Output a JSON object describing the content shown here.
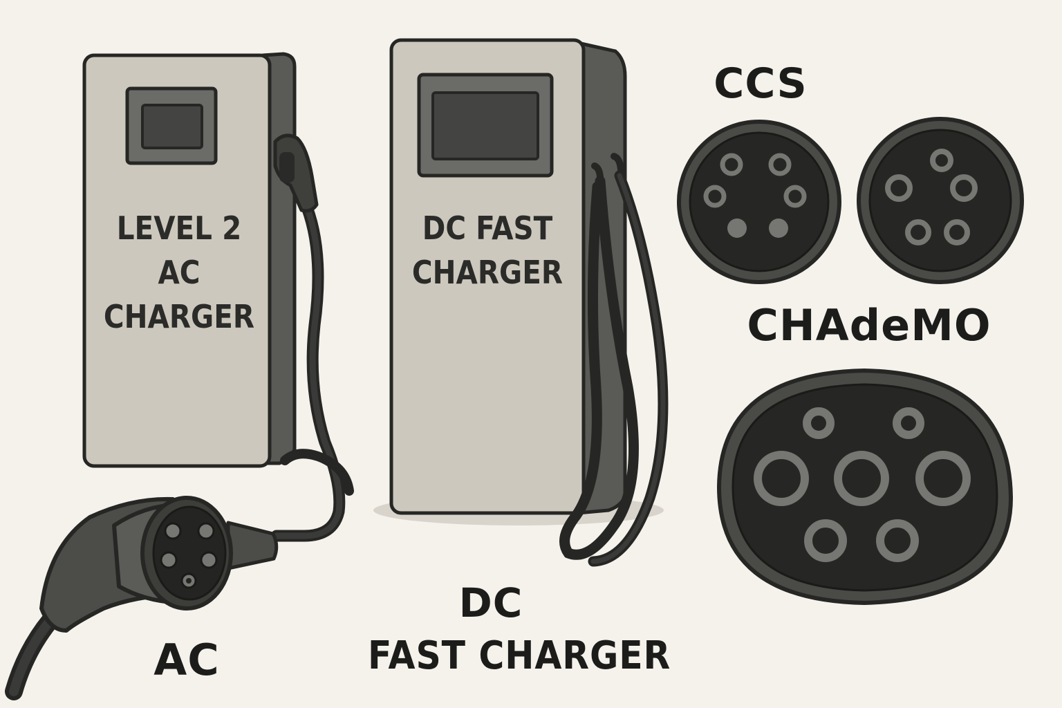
{
  "colors": {
    "background": "#f5f2ec",
    "panel_face": "#cdc8bd",
    "panel_side": "#5a5a56",
    "outline": "#262624",
    "cable": "#2c2c2a",
    "connector_body": "#2e2e2c",
    "pin": "#767672"
  },
  "level2_charger": {
    "panel_lines": [
      "LEVEL 2",
      "AC",
      "CHARGER"
    ]
  },
  "dc_charger": {
    "panel_lines": [
      "DC FAST",
      "CHARGER"
    ]
  },
  "labels": {
    "ac": "AC",
    "dc_line1": "DC",
    "dc_line2": "FAST CHARGER",
    "ccs": "CCS",
    "chademo": "CHAdeMO"
  },
  "icons": [
    "ac-plug-icon",
    "ccs-connector-icon",
    "ccs-connector-icon",
    "chademo-connector-icon"
  ]
}
